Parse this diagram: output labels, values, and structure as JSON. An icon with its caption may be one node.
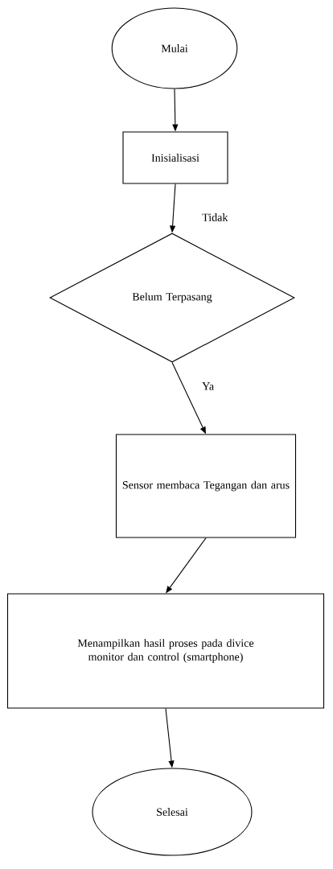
{
  "diagram": {
    "nodes": [
      {
        "text": [
          "Mulai"
        ]
      },
      {
        "text": [
          "Inisialisasi"
        ]
      },
      {
        "text": [
          "Belum Terpasang"
        ]
      },
      {
        "text": [
          "Sensor membaca Tegangan dan arus"
        ]
      },
      {
        "text": [
          "Menampilkan hasil proses pada divice monitor dan control (smartphone)"
        ]
      },
      {
        "text": [
          "Selesai"
        ]
      }
    ],
    "edges": [
      {
        "from": 0,
        "to": 1,
        "arrow": "to"
      },
      {
        "from": 1,
        "to": 2,
        "arrow": "to",
        "label": "Tidak"
      },
      {
        "from": 2,
        "to": 3,
        "arrow": "to",
        "label": "Ya"
      },
      {
        "from": 3,
        "to": 4,
        "arrow": "to"
      },
      {
        "from": 4,
        "to": 5,
        "arrow": "to"
      }
    ]
  }
}
